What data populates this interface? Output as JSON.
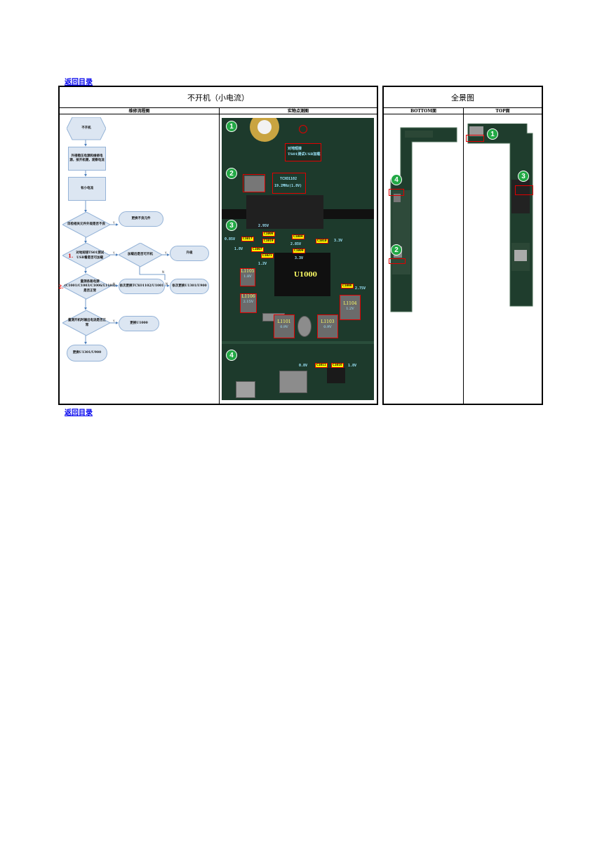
{
  "links": {
    "back_top": "返回目录",
    "back_bottom": "返回目录"
  },
  "left_table": {
    "title": "不开机（小电流）",
    "col1": "维修流程图",
    "col2": "实物点测图"
  },
  "right_table": {
    "title": "全景图",
    "col1": "BOTTOM面",
    "col2": "TOP面"
  },
  "flowchart": {
    "start": "不开机",
    "step_connect": "外接稳压电源和维修电源，按开机键，观察电流",
    "step_small": "有小电流",
    "q_parts": "目检相关元件外观是否不良",
    "a_replace_parts": "更换不良元件",
    "q1_num": "1.",
    "q1_text": "对地短接TS01测试USB看是否可加载",
    "q_load": "加载后是否可开机",
    "a_upgrade": "升级",
    "q2_num": "2.",
    "q2_text": "量测各路电源(C1001/C1003/C1006/L1101)是否正常",
    "a_replace_pmu": "依次更换TCXO1102/U1001",
    "a_replace_cpu": "依次更换U1301/U900",
    "q_open_current": "量测开机时输出电流是否正常",
    "a_replace_u1000": "更换U1000",
    "a_replace_final": "更换U1301/U900",
    "yes": "Y",
    "no": "N"
  },
  "photo": {
    "badges": [
      "1",
      "2",
      "3",
      "4"
    ],
    "ts_box": "对地短接\nTS01测试USB加载",
    "tcxo_label": "TCXO1102",
    "tcxo_freq": "19.2MHz(1.8V)",
    "v_295": "2.95V",
    "v_085": "0.85V",
    "v_18_a": "1.8V",
    "v_33": "3.3V",
    "v_285": "2.85V",
    "v_33b": "3.3V",
    "v_12": "1.2V",
    "v_275": "2.75V",
    "v_08": "0.8V",
    "v_18_b": "1.8V",
    "tags": [
      "C1017",
      "C1008",
      "C1004",
      "C1010",
      "C1007",
      "C1021",
      "C1009",
      "C1006",
      "C1019",
      "C1011",
      "C1016"
    ],
    "chip_main": "U1000",
    "inductors": [
      {
        "name": "L1105",
        "volt": "1.8V"
      },
      {
        "name": "L1106",
        "volt": "2.15V"
      },
      {
        "name": "L1101",
        "volt": "0.9V"
      },
      {
        "name": "L1103",
        "volt": "0.9V"
      },
      {
        "name": "L1104",
        "volt": "1.2V"
      }
    ]
  },
  "panorama": {
    "bottom_badges": [
      "4",
      "2"
    ],
    "top_badges": [
      "1",
      "3"
    ]
  },
  "colors": {
    "badge": "#22a845",
    "highlight": "#e00000",
    "flow_fill": "#dce6f2",
    "link": "#0000ee"
  }
}
